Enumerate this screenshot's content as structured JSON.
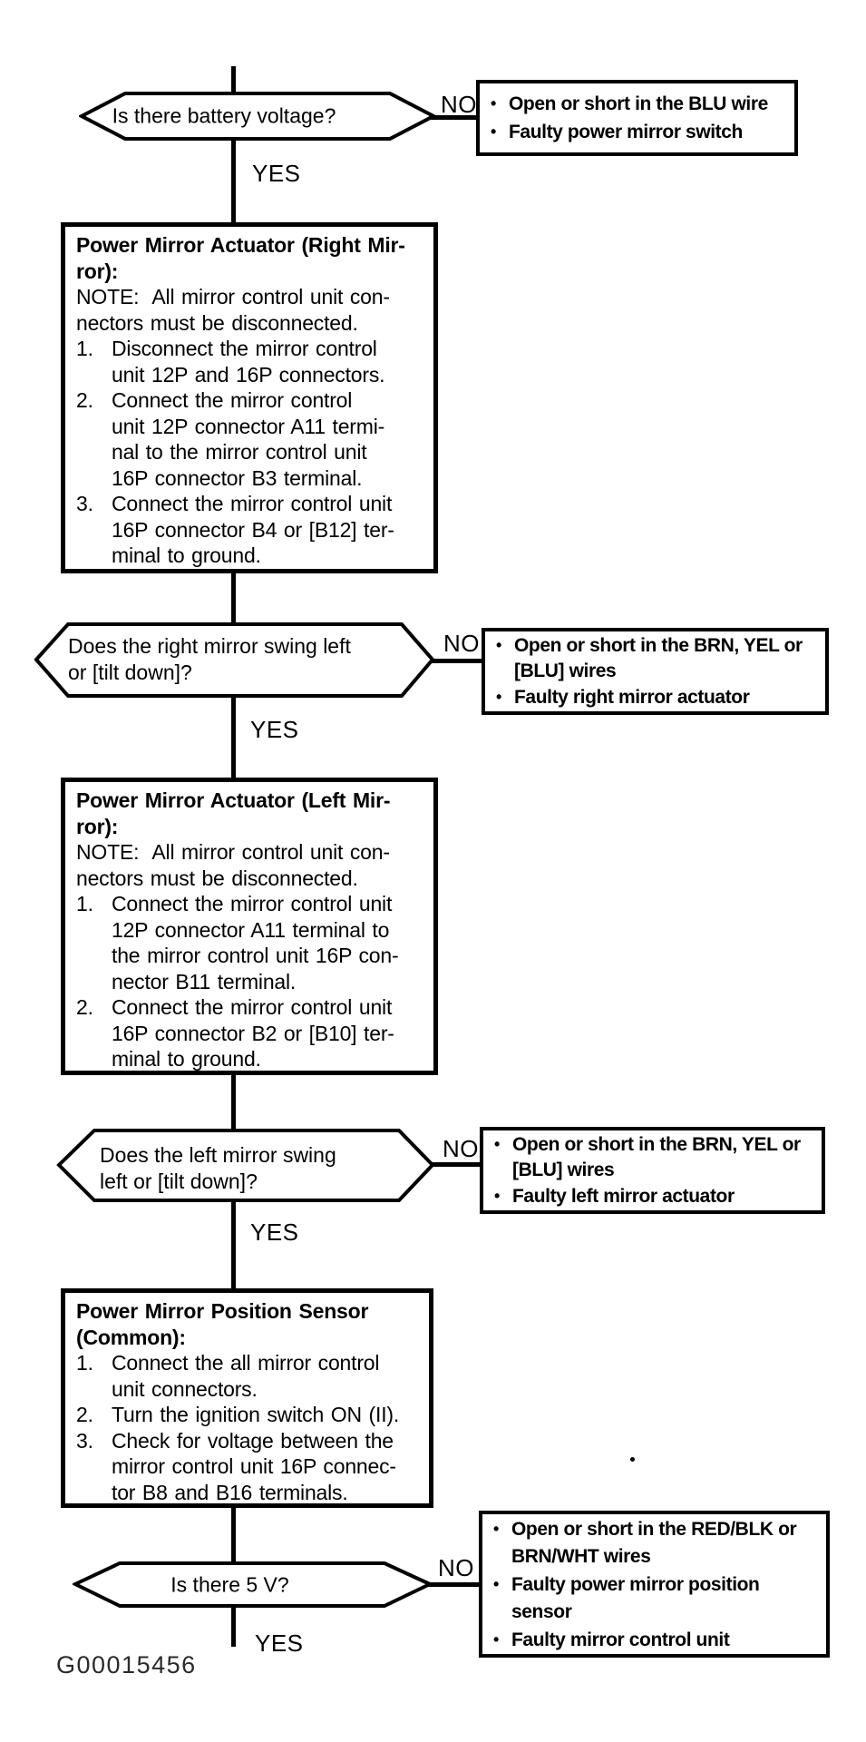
{
  "figure_code": "G00015456",
  "labels": {
    "yes": "YES",
    "no": "NO"
  },
  "colors": {
    "ink": "#000000",
    "paper": "#ffffff"
  },
  "decision1": {
    "question": "Is there battery voltage?"
  },
  "result1": {
    "items": [
      [
        "Open or short in the BLU wire"
      ],
      [
        "Faulty power mirror switch"
      ]
    ]
  },
  "step1": {
    "title_lines": [
      "Power Mirror Actuator (Right Mir-",
      "ror):"
    ],
    "lines": [
      "NOTE:  All mirror control unit con-",
      "nectors must be disconnected.",
      {
        "n": "1.",
        "t": "Disconnect the mirror control"
      },
      {
        "i": 1,
        "t": "unit 12P and 16P connectors."
      },
      {
        "n": "2.",
        "t": "Connect the mirror control"
      },
      {
        "i": 1,
        "t": "unit 12P connector A11 termi-"
      },
      {
        "i": 1,
        "t": "nal to the mirror control unit"
      },
      {
        "i": 1,
        "t": "16P connector B3 terminal."
      },
      {
        "n": "3.",
        "t": "Connect the mirror control unit"
      },
      {
        "i": 1,
        "t": "16P connector B4 or [B12] ter-"
      },
      {
        "i": 1,
        "t": "minal to ground."
      }
    ]
  },
  "decision2": {
    "lines": [
      "Does the right mirror swing left",
      "or [tilt down]?"
    ]
  },
  "result2": {
    "items": [
      [
        "Open or short in the BRN, YEL or",
        "[BLU] wires"
      ],
      [
        "Faulty right mirror actuator"
      ]
    ]
  },
  "step2": {
    "title_lines": [
      "Power Mirror Actuator (Left Mir-",
      "ror):"
    ],
    "lines": [
      "NOTE:  All mirror control unit con-",
      "nectors must be disconnected.",
      {
        "n": "1.",
        "t": "Connect the mirror control unit"
      },
      {
        "i": 1,
        "t": "12P connector A11 terminal to"
      },
      {
        "i": 1,
        "t": "the mirror control unit 16P con-"
      },
      {
        "i": 1,
        "t": "nector B11 terminal."
      },
      {
        "n": "2.",
        "t": "Connect the mirror control unit"
      },
      {
        "i": 1,
        "t": "16P connector B2 or [B10] ter-"
      },
      {
        "i": 1,
        "t": "minal to ground."
      }
    ]
  },
  "decision3": {
    "lines": [
      "Does the left mirror swing",
      "left or [tilt down]?"
    ]
  },
  "result3": {
    "items": [
      [
        "Open or short in the BRN, YEL or",
        "[BLU] wires"
      ],
      [
        "Faulty left mirror actuator"
      ]
    ]
  },
  "step3": {
    "title_lines": [
      "Power Mirror Position Sensor",
      "(Common):"
    ],
    "lines": [
      {
        "n": "1.",
        "t": "Connect the all mirror control"
      },
      {
        "i": 1,
        "t": "unit connectors."
      },
      {
        "n": "2.",
        "t": "Turn the ignition switch ON (II)."
      },
      {
        "n": "3.",
        "t": "Check for voltage between the"
      },
      {
        "i": 1,
        "t": "mirror control unit 16P connec-"
      },
      {
        "i": 1,
        "t": "tor B8 and B16 terminals."
      }
    ]
  },
  "decision4": {
    "question": "Is there 5 V?"
  },
  "result4": {
    "items": [
      [
        "Open or short in the RED/BLK or",
        "BRN/WHT wires"
      ],
      [
        "Faulty power mirror position",
        "sensor"
      ],
      [
        "Faulty mirror control unit"
      ]
    ]
  }
}
